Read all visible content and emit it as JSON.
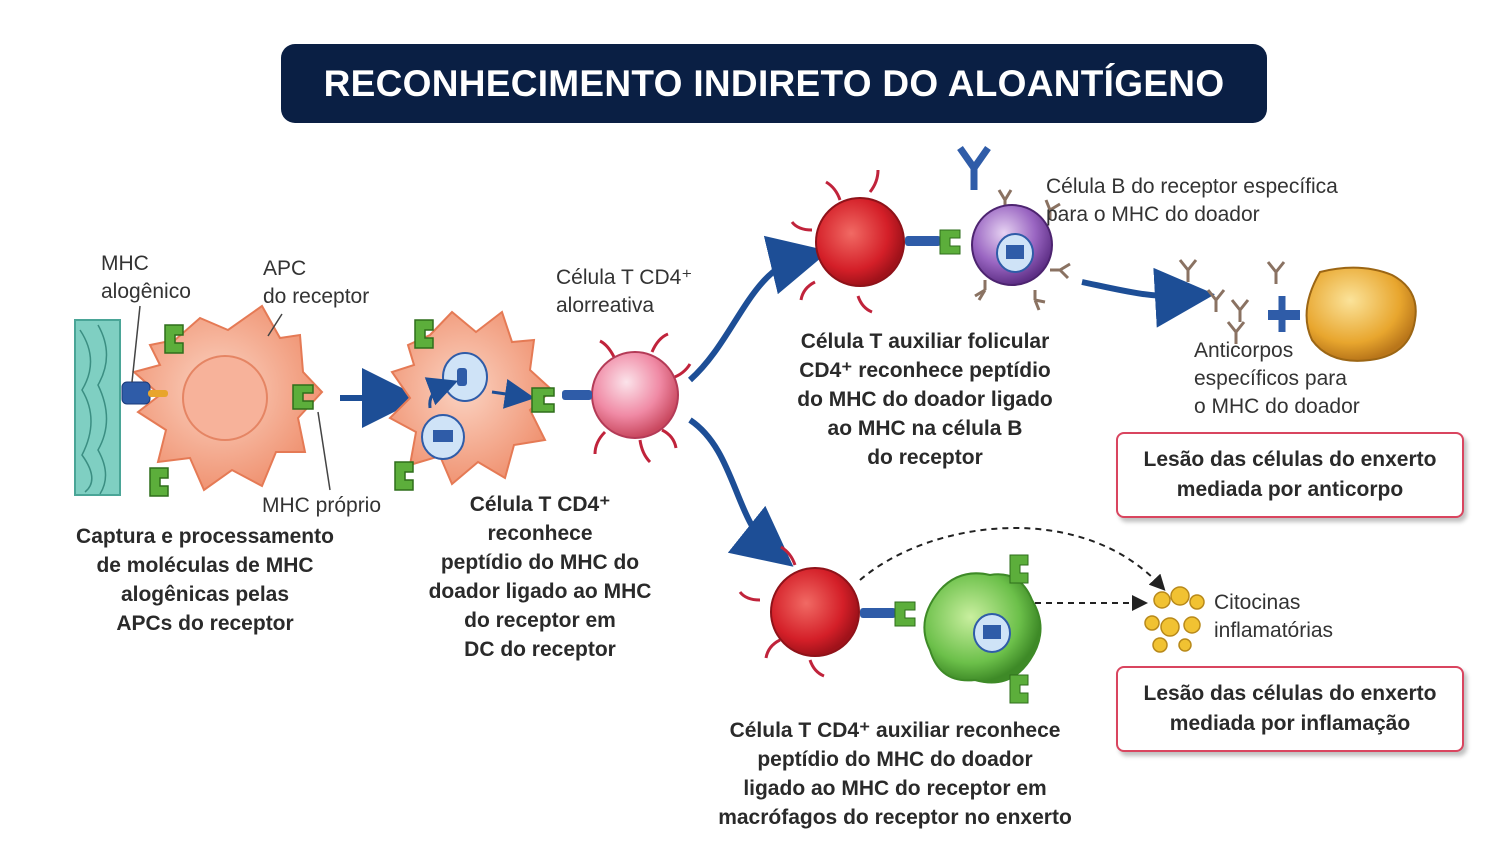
{
  "title": "RECONHECIMENTO INDIRETO DO ALOANTÍGENO",
  "labels": {
    "mhc_alogenico": [
      "MHC",
      "alogênico"
    ],
    "apc_receptor": [
      "APC",
      "do receptor"
    ],
    "mhc_proprio": "MHC próprio",
    "celula_t_cd4": [
      "Célula T CD4⁺",
      "alorreativa"
    ],
    "celula_b": [
      "Célula B do receptor específica",
      "para o MHC do doador"
    ],
    "anticorpos": [
      "Anticorpos",
      "específicos para",
      "o MHC do doador"
    ],
    "citocinas": [
      "Citocinas",
      "inflamatórias"
    ]
  },
  "captions": {
    "captura": [
      "Captura e processamento",
      "de moléculas de MHC",
      "alogênicas pelas",
      "APCs do receptor"
    ],
    "reconhece_dc": [
      "Célula T CD4⁺",
      "reconhece",
      "peptídio do MHC do",
      "doador ligado ao MHC",
      "do receptor em",
      "DC do receptor"
    ],
    "folicular": [
      "Célula T auxiliar folicular",
      "CD4⁺ reconhece peptídio",
      "do MHC do doador ligado",
      "ao MHC na célula B",
      "do receptor"
    ],
    "macrofago": [
      "Célula T CD4⁺ auxiliar reconhece",
      "peptídio do MHC do doador",
      "ligado ao MHC do receptor em",
      "macrófagos do receptor no enxerto"
    ]
  },
  "outcomes": {
    "anticorpo": [
      "Lesão das células do enxerto",
      "mediada por anticorpo"
    ],
    "inflamacao": [
      "Lesão das células do enxerto",
      "mediada por inflamação"
    ]
  },
  "colors": {
    "title_bg": "#0a1f44",
    "apc": "#f4a184",
    "t_cell_red": "#d8262c",
    "b_cell": "#8a56b0",
    "macrophage": "#6cc04a",
    "plasma": "#e6a52c",
    "arrow": "#1d4e96",
    "box_border": "#d9455f"
  }
}
